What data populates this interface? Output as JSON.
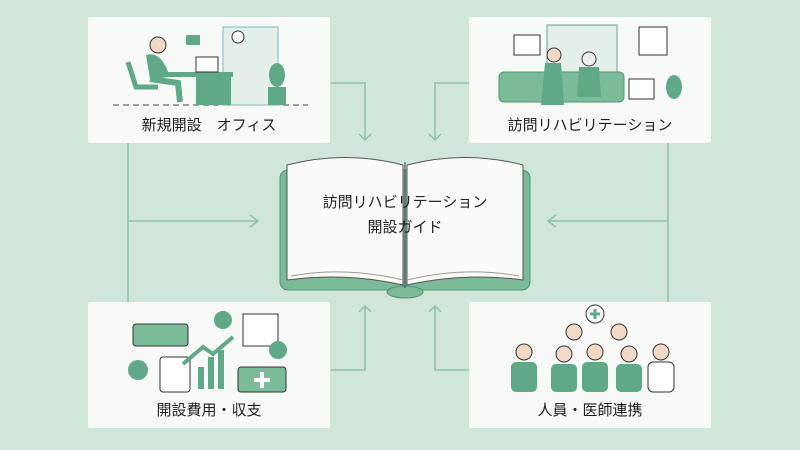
{
  "book": {
    "title_line1": "訪問リハビリテーション",
    "title_line2": "開設ガイド"
  },
  "cards": [
    {
      "label": "新規開設　オフィス",
      "icon": "office-worker-icon"
    },
    {
      "label": "訪問リハビリテーション",
      "icon": "home-rehab-icon"
    },
    {
      "label": "開設費用・収支",
      "icon": "money-finance-icon"
    },
    {
      "label": "人員・医師連携",
      "icon": "medical-staff-icon"
    }
  ],
  "colors": {
    "background": "#d0e6d9",
    "accent": "#5fa987",
    "line": "#8cc4a6"
  }
}
